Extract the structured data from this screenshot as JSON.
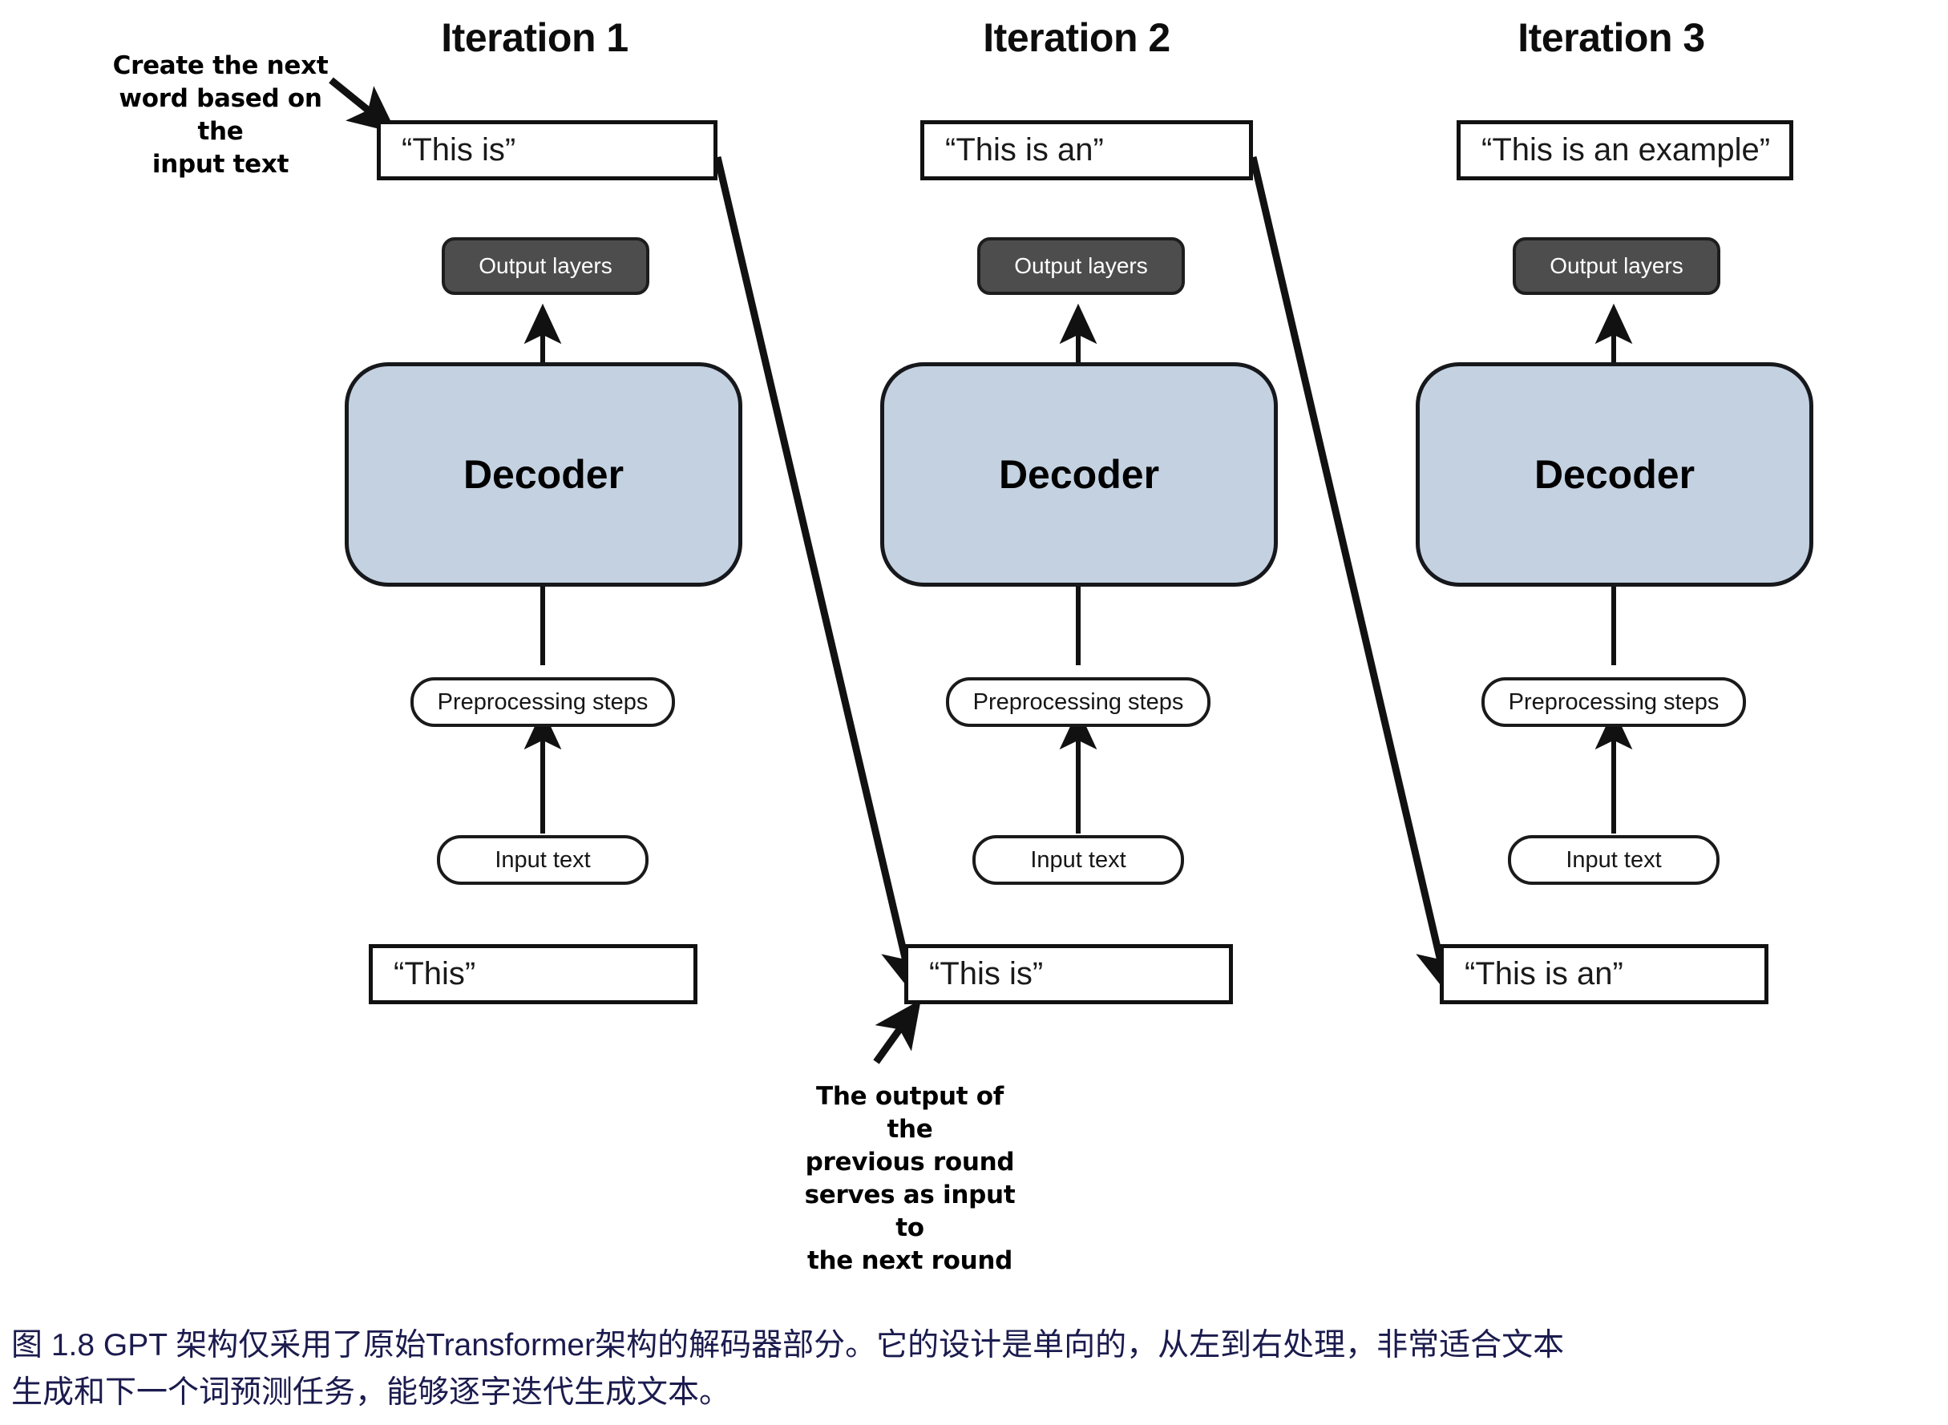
{
  "figure": {
    "caption_line1": "图 1.8  GPT 架构仅采用了原始Transformer架构的解码器部分。它的设计是单向的，从左到右处理，非常适合文本",
    "caption_line2": "生成和下一个词预测任务，能够逐字迭代生成文本。"
  },
  "annotations": {
    "top_left": "Create the next\nword based on the\ninput text",
    "bottom_middle": "The output of the\nprevious round\nserves as input to\nthe next round"
  },
  "common_labels": {
    "output_layers": "Output layers",
    "decoder": "Decoder",
    "preprocessing": "Preprocessing steps",
    "input_text": "Input text"
  },
  "columns": [
    {
      "title": "Iteration 1",
      "output_text": "“This is”",
      "output_layers": "Output layers",
      "decoder": "Decoder",
      "preprocessing": "Preprocessing steps",
      "input_label": "Input text",
      "input_text": "“This”"
    },
    {
      "title": "Iteration 2",
      "output_text": "“This is an”",
      "output_layers": "Output layers",
      "decoder": "Decoder",
      "preprocessing": "Preprocessing steps",
      "input_label": "Input text",
      "input_text": "“This is”"
    },
    {
      "title": "Iteration 3",
      "output_text": "“This is an example”",
      "output_layers": "Output layers",
      "decoder": "Decoder",
      "preprocessing": "Preprocessing steps",
      "input_label": "Input text",
      "input_text": "“This is an”"
    }
  ],
  "colors": {
    "decoder_fill": "#c3d1e1",
    "output_layers_fill": "#4d4d4d",
    "stroke": "#111111",
    "caption_text": "#1b1b4e",
    "page_background": "#ffffff"
  }
}
